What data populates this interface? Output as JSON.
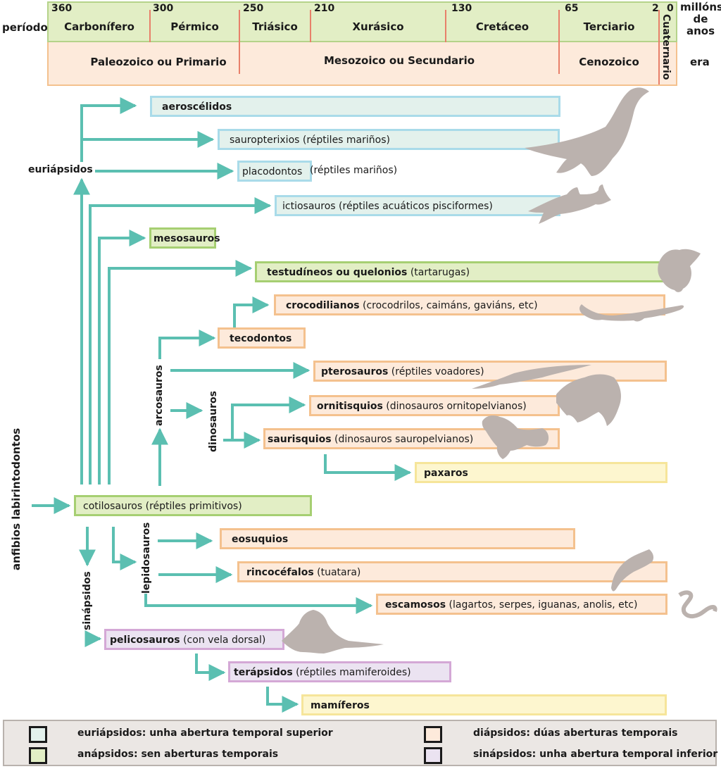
{
  "timeline": {
    "period_label": "período",
    "era_label": "era",
    "unit_label": [
      "millóns",
      "de",
      "anos"
    ],
    "ticks": [
      "360",
      "300",
      "250",
      "210",
      "130",
      "65",
      "2",
      "0"
    ],
    "periods": [
      "Carbonífero",
      "Pérmico",
      "Triásico",
      "Xurásico",
      "Cretáceo",
      "Terciario",
      "Cuaternario"
    ],
    "eras": [
      "Paleozoico ou Primario",
      "Mesozoico ou Secundario",
      "Cenozoico"
    ]
  },
  "groups": {
    "euriapsidos": "euriápsidos",
    "arcosauros": "arcosauros",
    "dinosauros": "dinosauros",
    "lepidosauros": "lepidosauros",
    "sinapsidos": "sinápsidos",
    "anfibios": "anfibios labirintodontos"
  },
  "taxa": {
    "aeroscelidos": {
      "name": "aeroscélidos",
      "note": ""
    },
    "sauropterixios": {
      "name": "sauropterixios",
      "note": " (réptiles mariños)"
    },
    "placodontos": {
      "name": "placodontos",
      "note": " (réptiles mariños)"
    },
    "ictiosauros": {
      "name": "ictiosauros",
      "note": " (réptiles acuáticos pisciformes)"
    },
    "mesosauros": {
      "name": "mesosauros",
      "note": ""
    },
    "testudineos": {
      "name": "testudíneos ou quelonios",
      "note": " (tartarugas)"
    },
    "crocodilianos": {
      "name": "crocodilianos",
      "note": "  (crocodrilos, caimáns, gaviáns, etc)"
    },
    "tecodontos": {
      "name": "tecodontos",
      "note": ""
    },
    "pterosauros": {
      "name": "pterosauros",
      "note": "  (réptiles voadores)"
    },
    "ornitisquios": {
      "name": "ornitisquios",
      "note": "  (dinosauros ornitopelvianos)"
    },
    "saurisquios": {
      "name": "saurisquios",
      "note": "  (dinosauros sauropelvianos)"
    },
    "paxaros": {
      "name": "paxaros",
      "note": ""
    },
    "cotilosauros": {
      "name": "cotilosauros",
      "note": "  (réptiles primitivos)"
    },
    "eosuquios": {
      "name": "eosuquios",
      "note": ""
    },
    "rincocefalos": {
      "name": "rincocéfalos",
      "note": "  (tuatara)"
    },
    "escamosos": {
      "name": "escamosos",
      "note": "  (lagartos, serpes, iguanas, anolis, etc)"
    },
    "pelicosauros": {
      "name": "pelicosauros",
      "note": "  (con vela dorsal)"
    },
    "terapsidos": {
      "name": "terápsidos",
      "note": "  (réptiles mamiferoides)"
    },
    "mamiferos": {
      "name": "mamíferos",
      "note": ""
    }
  },
  "legend": [
    {
      "label": "euriápsidos: unha abertura temporal superior",
      "color": "#a9dbe9"
    },
    {
      "label": "anápsidos: sen aberturas temporais",
      "color": "#a6cf72"
    },
    {
      "label": "diápsidos: dúas aberturas temporais",
      "color": "#f4c18e"
    },
    {
      "label": "sinápsidos: unha abertura temporal inferior",
      "color": "#d4a8d6"
    }
  ],
  "colors": {
    "arrow": "#5bbfb1",
    "divider": "#e8806a"
  }
}
